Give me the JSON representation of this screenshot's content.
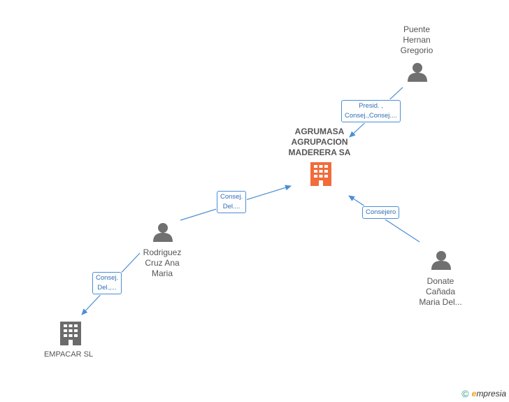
{
  "nodes": {
    "agrumasa": {
      "label_lines": [
        "AGRUMASA",
        "AGRUPACION",
        "MADERERA SA"
      ],
      "type": "company",
      "color": "#f26b3a"
    },
    "empacar": {
      "label_lines": [
        "EMPACAR SL"
      ],
      "type": "company",
      "color": "#6b6b6b"
    },
    "puente": {
      "label_lines": [
        "Puente",
        "Hernan",
        "Gregorio"
      ],
      "type": "person"
    },
    "rodriguez": {
      "label_lines": [
        "Rodriguez",
        "Cruz Ana",
        "Maria"
      ],
      "type": "person"
    },
    "donate": {
      "label_lines": [
        "Donate",
        "Cañada",
        "Maria Del..."
      ],
      "type": "person"
    }
  },
  "edges": {
    "puente_agrumasa": {
      "label_lines": [
        "Presid. ,",
        "Consej.,Consej...."
      ]
    },
    "rodriguez_agrumasa": {
      "label_lines": [
        "Consej.",
        "Del...."
      ]
    },
    "donate_agrumasa": {
      "label_lines": [
        "Consejero"
      ]
    },
    "rodriguez_empacar": {
      "label_lines": [
        "Consej.",
        "Del.,..."
      ]
    }
  },
  "colors": {
    "edge": "#4a8fd4",
    "person": "#707070",
    "label": "#555555"
  },
  "footer": {
    "copyright": "©",
    "brand_initial": "e",
    "brand_rest": "mpresia"
  }
}
